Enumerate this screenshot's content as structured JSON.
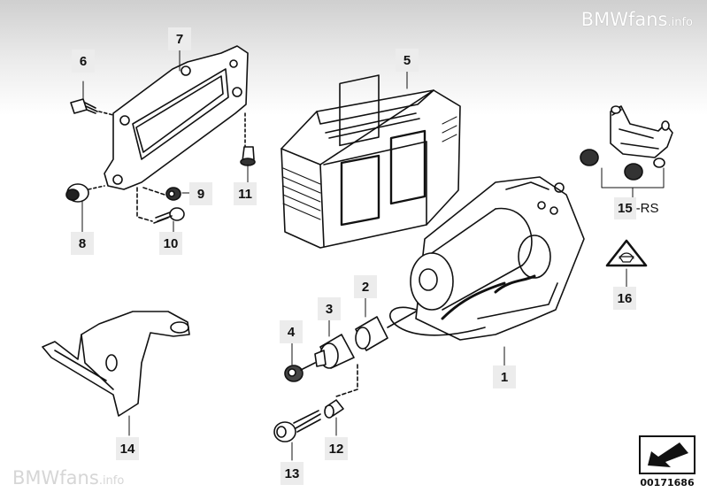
{
  "watermark": {
    "top_brand": "BMWfans",
    "top_suffix": ".info",
    "bottom_brand": "BMWfans",
    "bottom_suffix": ".info"
  },
  "callouts": [
    {
      "id": "1",
      "label": "1"
    },
    {
      "id": "2",
      "label": "2"
    },
    {
      "id": "3",
      "label": "3"
    },
    {
      "id": "4",
      "label": "4"
    },
    {
      "id": "5",
      "label": "5"
    },
    {
      "id": "6",
      "label": "6"
    },
    {
      "id": "7",
      "label": "7"
    },
    {
      "id": "8",
      "label": "8"
    },
    {
      "id": "9",
      "label": "9"
    },
    {
      "id": "10",
      "label": "10"
    },
    {
      "id": "11",
      "label": "11"
    },
    {
      "id": "12",
      "label": "12"
    },
    {
      "id": "13",
      "label": "13"
    },
    {
      "id": "14",
      "label": "14"
    },
    {
      "id": "15",
      "label": "15"
    },
    {
      "id": "16",
      "label": "16"
    }
  ],
  "callout_15_suffix": "-RS",
  "diagram_number": "00171686",
  "icons": [
    "page-corner-arrow-icon",
    "warning-triangle-icon"
  ],
  "colors": {
    "callout_bg": "#ececec",
    "line": "#111111"
  }
}
